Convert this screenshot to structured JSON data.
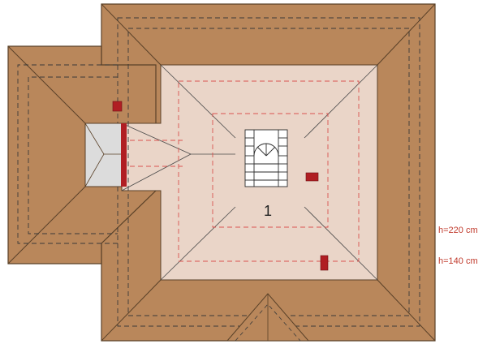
{
  "diagram": {
    "room_number": "1",
    "heights": [
      {
        "label": "h=220 cm"
      },
      {
        "label": "h=140 cm"
      }
    ],
    "colors": {
      "roof": "#b9875b",
      "roof_edge": "#5a4128",
      "attic_floor": "#ead5c8",
      "dashed_black": "#3a3a3a",
      "dashed_red": "#d9534f",
      "chimney": "#b01e23",
      "skylight_fill": "#dcdcdc",
      "height_text": "#c0392b"
    }
  }
}
